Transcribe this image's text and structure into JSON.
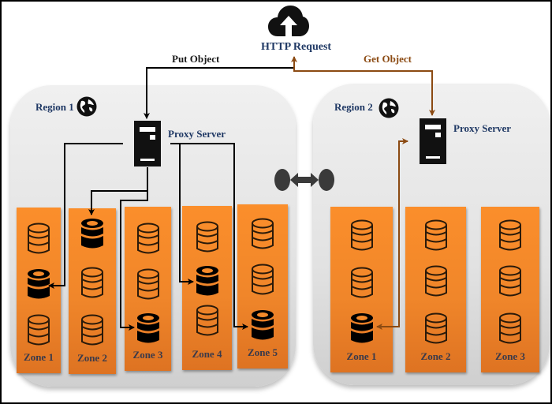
{
  "diagram": {
    "top": {
      "cloud_icon": "cloud-upload-icon",
      "http_label": "HTTP Request",
      "put_label": "Put Object",
      "get_label": "Get Object"
    },
    "colors": {
      "put_line": "#000000",
      "get_line": "#8b4a12",
      "zone_fill": "#f58a2a",
      "region_fill": "#e6e6e6",
      "label_blue": "#1f3864"
    },
    "link_icon": "bidirectional-link-icon",
    "regions": [
      {
        "label": "Region 1",
        "globe_icon": "globe-icon",
        "proxy_label": "Proxy Server",
        "zones": [
          {
            "label": "Zone 1",
            "disks": [
              "empty",
              "filled",
              "empty"
            ]
          },
          {
            "label": "Zone 2",
            "disks": [
              "filled",
              "empty",
              "empty"
            ]
          },
          {
            "label": "Zone 3",
            "disks": [
              "empty",
              "empty",
              "filled"
            ]
          },
          {
            "label": "Zone 4",
            "disks": [
              "empty",
              "filled",
              "empty"
            ]
          },
          {
            "label": "Zone 5",
            "disks": [
              "empty",
              "empty",
              "filled"
            ]
          }
        ]
      },
      {
        "label": "Region 2",
        "globe_icon": "globe-icon",
        "proxy_label": "Proxy Server",
        "zones": [
          {
            "label": "Zone 1",
            "disks": [
              "empty",
              "empty",
              "filled"
            ]
          },
          {
            "label": "Zone 2",
            "disks": [
              "empty",
              "empty",
              "empty"
            ]
          },
          {
            "label": "Zone 3",
            "disks": [
              "empty",
              "empty",
              "empty"
            ]
          }
        ]
      }
    ]
  }
}
